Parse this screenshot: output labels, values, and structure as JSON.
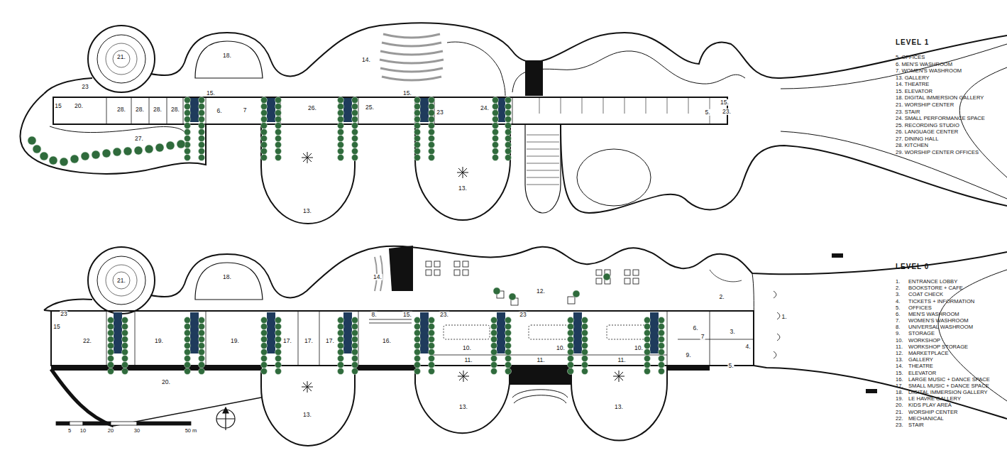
{
  "diagram": {
    "labels": [
      "21.",
      "18.",
      "14.",
      "23",
      "15",
      "20.",
      "28.",
      "28.",
      "28.",
      "28.",
      "15.",
      "6.",
      "7",
      "26.",
      "25.",
      "15.",
      "23",
      "24.",
      "5.",
      "15.",
      "23.",
      "27.",
      "13.",
      "13.",
      "21.",
      "18.",
      "14.",
      "12.",
      "2.",
      "23",
      "15",
      "8.",
      "15.",
      "23.",
      "23",
      "6.",
      "1.",
      "3.",
      "7",
      "22.",
      "19.",
      "19.",
      "17.",
      "17.",
      "17.",
      "16.",
      "4.",
      "9.",
      "10.",
      "10.",
      "10.",
      "5.",
      "11.",
      "11.",
      "11.",
      "20.",
      "13.",
      "13.",
      "13.",
      "5",
      "10",
      "20",
      "30",
      "50 m",
      "LEVEL 1",
      "5. OFFICES",
      "6. MEN'S WASHROOM",
      "7. WOMEN'S WASHROOM",
      "13. GALLERY",
      "14. THEATRE",
      "15. ELEVATOR",
      "18. DIGITAL IMMERSION GALLERY",
      "21. WORSHIP CENTER",
      "23. STAIR",
      "24. SMALL PERFORMANCE SPACE",
      "25. RECORDING STUDIO",
      "26. LANGUAGE CENTER",
      "27. DINING HALL",
      "28. KITCHEN",
      "29. WORSHIP CENTER OFFICES",
      "LEVEL 0",
      "1.",
      "ENTRANCE LOBBY",
      "2.",
      "BOOKSTORE + CAFE",
      "3.",
      "COAT CHECK",
      "4.",
      "TICKETS + INFORMATION",
      "5.",
      "OFFICES",
      "6.",
      "MEN'S WASHROOM",
      "7.",
      "WOMEN'S WASHROOM",
      "8.",
      "UNIVERSAL WASHROOM",
      "9.",
      "STORAGE",
      "10.",
      "WORKSHOP",
      "11.",
      "WORKSHOP STORAGE",
      "12.",
      "MARKETPLACE",
      "13.",
      "GALLERY",
      "14.",
      "THEATRE",
      "15.",
      "ELEVATOR",
      "16.",
      "LARGE MUSIC + DANCE SPACE",
      "17.",
      "SMALL MUSIC + DANCE SPACE",
      "18.",
      "DIGITAL IMMERSION GALLERY",
      "19.",
      "LE HAVRE GALLERY",
      "20.",
      "KIDS PLAY AREA",
      "21.",
      "WORSHIP CENTER",
      "22.",
      "MECHANICAL",
      "23.",
      "STAIR"
    ]
  }
}
